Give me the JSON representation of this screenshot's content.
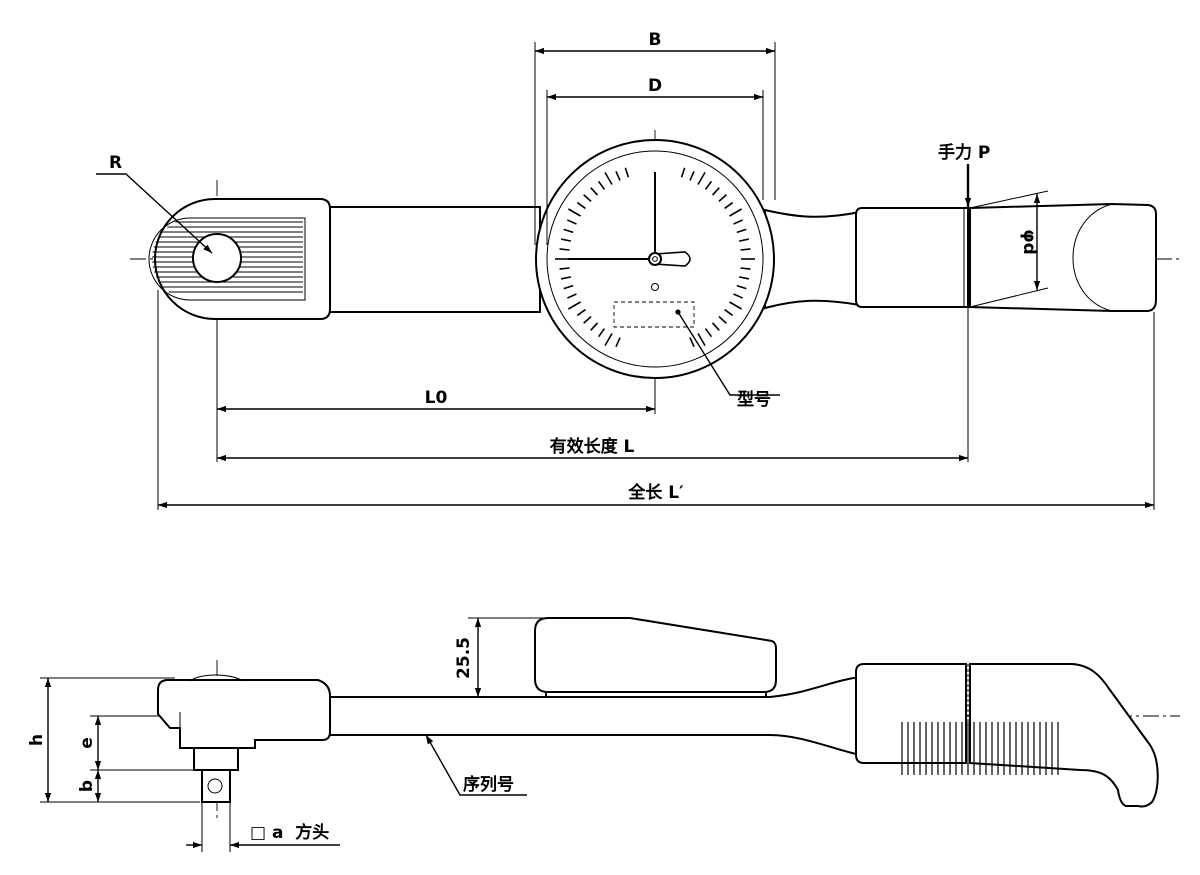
{
  "labels": {
    "B": "B",
    "D": "D",
    "R": "R",
    "hand_force": "手力 P",
    "phi_d": "φd",
    "model": "型号",
    "L0": "L0",
    "effective_length": "有效长度 L",
    "total_length": "全长 L′",
    "height_25_5": "25.5",
    "h": "h",
    "e": "e",
    "b": "b",
    "serial": "序列号",
    "square_drive": "□ a  方头"
  }
}
